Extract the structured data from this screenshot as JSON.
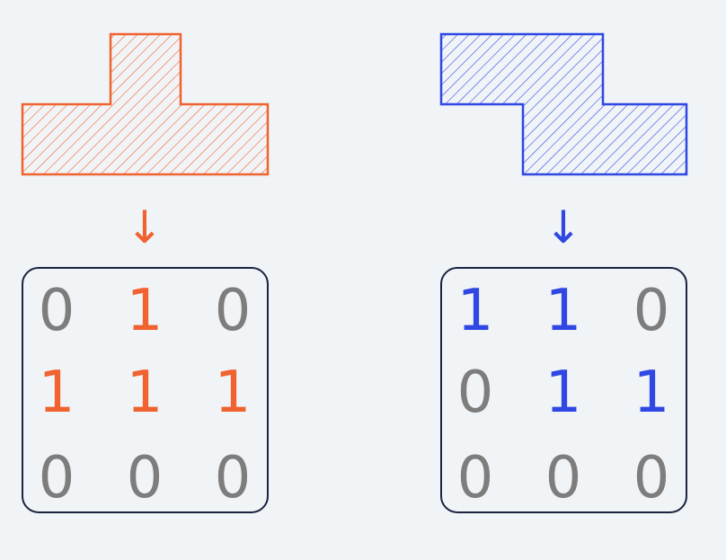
{
  "colors": {
    "background": "#f1f4f7",
    "orange": "#f0622f",
    "blue": "#2f47e3",
    "zero": "#7d7d7d",
    "frame": "#1a2340"
  },
  "arrow_glyph": "↓",
  "pieces": [
    {
      "name": "t-shape",
      "color": "#f0622f",
      "matrix": [
        [
          "0",
          "1",
          "0"
        ],
        [
          "1",
          "1",
          "1"
        ],
        [
          "0",
          "0",
          "0"
        ]
      ]
    },
    {
      "name": "z-shape",
      "color": "#2f47e3",
      "matrix": [
        [
          "1",
          "1",
          "0"
        ],
        [
          "0",
          "1",
          "1"
        ],
        [
          "0",
          "0",
          "0"
        ]
      ]
    }
  ]
}
